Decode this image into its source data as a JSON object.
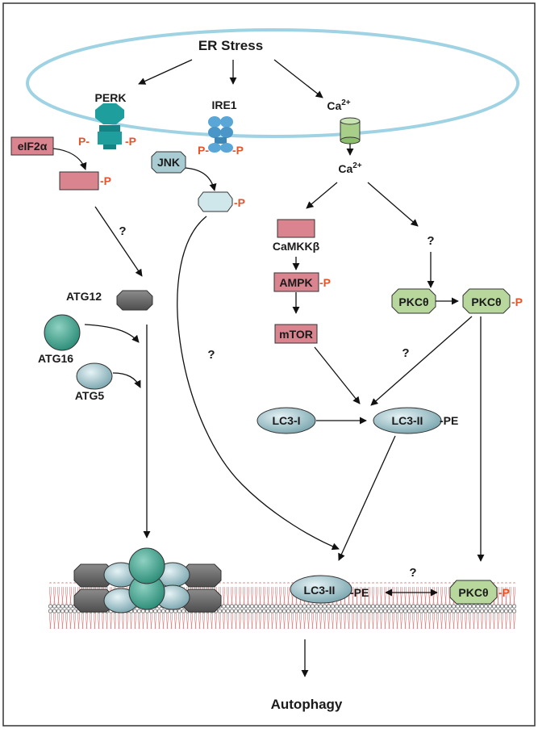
{
  "colors": {
    "membrane_ring": "#9fd3e4",
    "pink_box": "#d9848f",
    "phospho": "#e8542a",
    "green_oct": "#b7d79c",
    "gray_oct": "#6d6d6d",
    "teal_ball": "#3f9f8a",
    "lc3_ellipse": "#a9ccd3",
    "perk_teal": "#1f9e9e",
    "ire1_blue": "#5aa6d6"
  },
  "labels": {
    "er_stress": "ER Stress",
    "perk": "PERK",
    "ire1": "IRE1",
    "ca_top": "Ca",
    "ca_mid": "Ca",
    "ca_charge": "2+",
    "eif2a": "eIF2α",
    "phospho_left": "P-",
    "phospho_right": "-P",
    "jnk": "JNK",
    "camkkb": "CaMKKβ",
    "ampk": "AMPK",
    "mtor": "mTOR",
    "pkc": "PKCθ",
    "atg12": "ATG12",
    "atg16": "ATG16",
    "atg5": "ATG5",
    "lc3i": "LC3-I",
    "lc3ii": "LC3-II",
    "pe": "-PE",
    "question": "?",
    "autophagy": "Autophagy"
  },
  "icons": [
    "perk-receptor-icon",
    "ire1-receptor-icon",
    "calcium-channel-icon",
    "membrane-bilayer-icon",
    "autophagosome-complex-icon"
  ]
}
